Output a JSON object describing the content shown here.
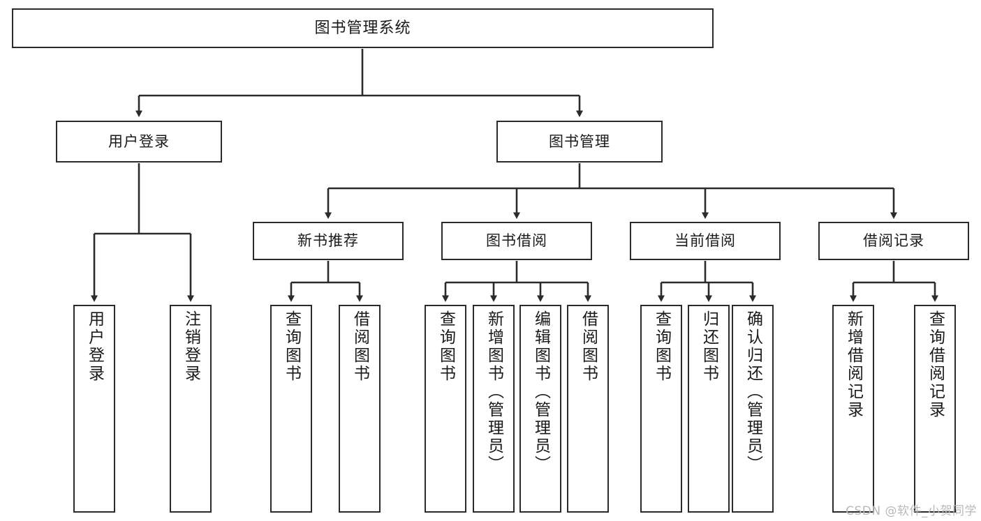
{
  "diagram": {
    "type": "tree",
    "title": "图书管理系统",
    "orientation": "top-down",
    "edge_style": "orthogonal-arrow",
    "colors": {
      "node_border": "#2b2b2b",
      "node_fill": "#ffffff",
      "edge": "#2b2b2b",
      "text": "#1a1a1a",
      "watermark": "#b9b9b9",
      "background": "#ffffff"
    }
  },
  "root": {
    "label": "图书管理系统"
  },
  "level2": [
    {
      "label": "用户登录"
    },
    {
      "label": "图书管理"
    }
  ],
  "level3": [
    {
      "label": "新书推荐"
    },
    {
      "label": "图书借阅"
    },
    {
      "label": "当前借阅"
    },
    {
      "label": "借阅记录"
    }
  ],
  "leaves": {
    "user_login": [
      {
        "label": "用户登录"
      },
      {
        "label": "注销登录"
      }
    ],
    "new_book": [
      {
        "label": "查询图书"
      },
      {
        "label": "借阅图书"
      }
    ],
    "book_borrow": [
      {
        "label": "查询图书"
      },
      {
        "label": "新增图书（管理员）"
      },
      {
        "label": "编辑图书（管理员）"
      },
      {
        "label": "借阅图书"
      }
    ],
    "current_borrow": [
      {
        "label": "查询图书"
      },
      {
        "label": "归还图书"
      },
      {
        "label": "确认归还（管理员）"
      }
    ],
    "borrow_record": [
      {
        "label": "新增借阅记录"
      },
      {
        "label": "查询借阅记录"
      }
    ]
  },
  "watermark": {
    "text": "CSDN @软件_小贺同学"
  }
}
